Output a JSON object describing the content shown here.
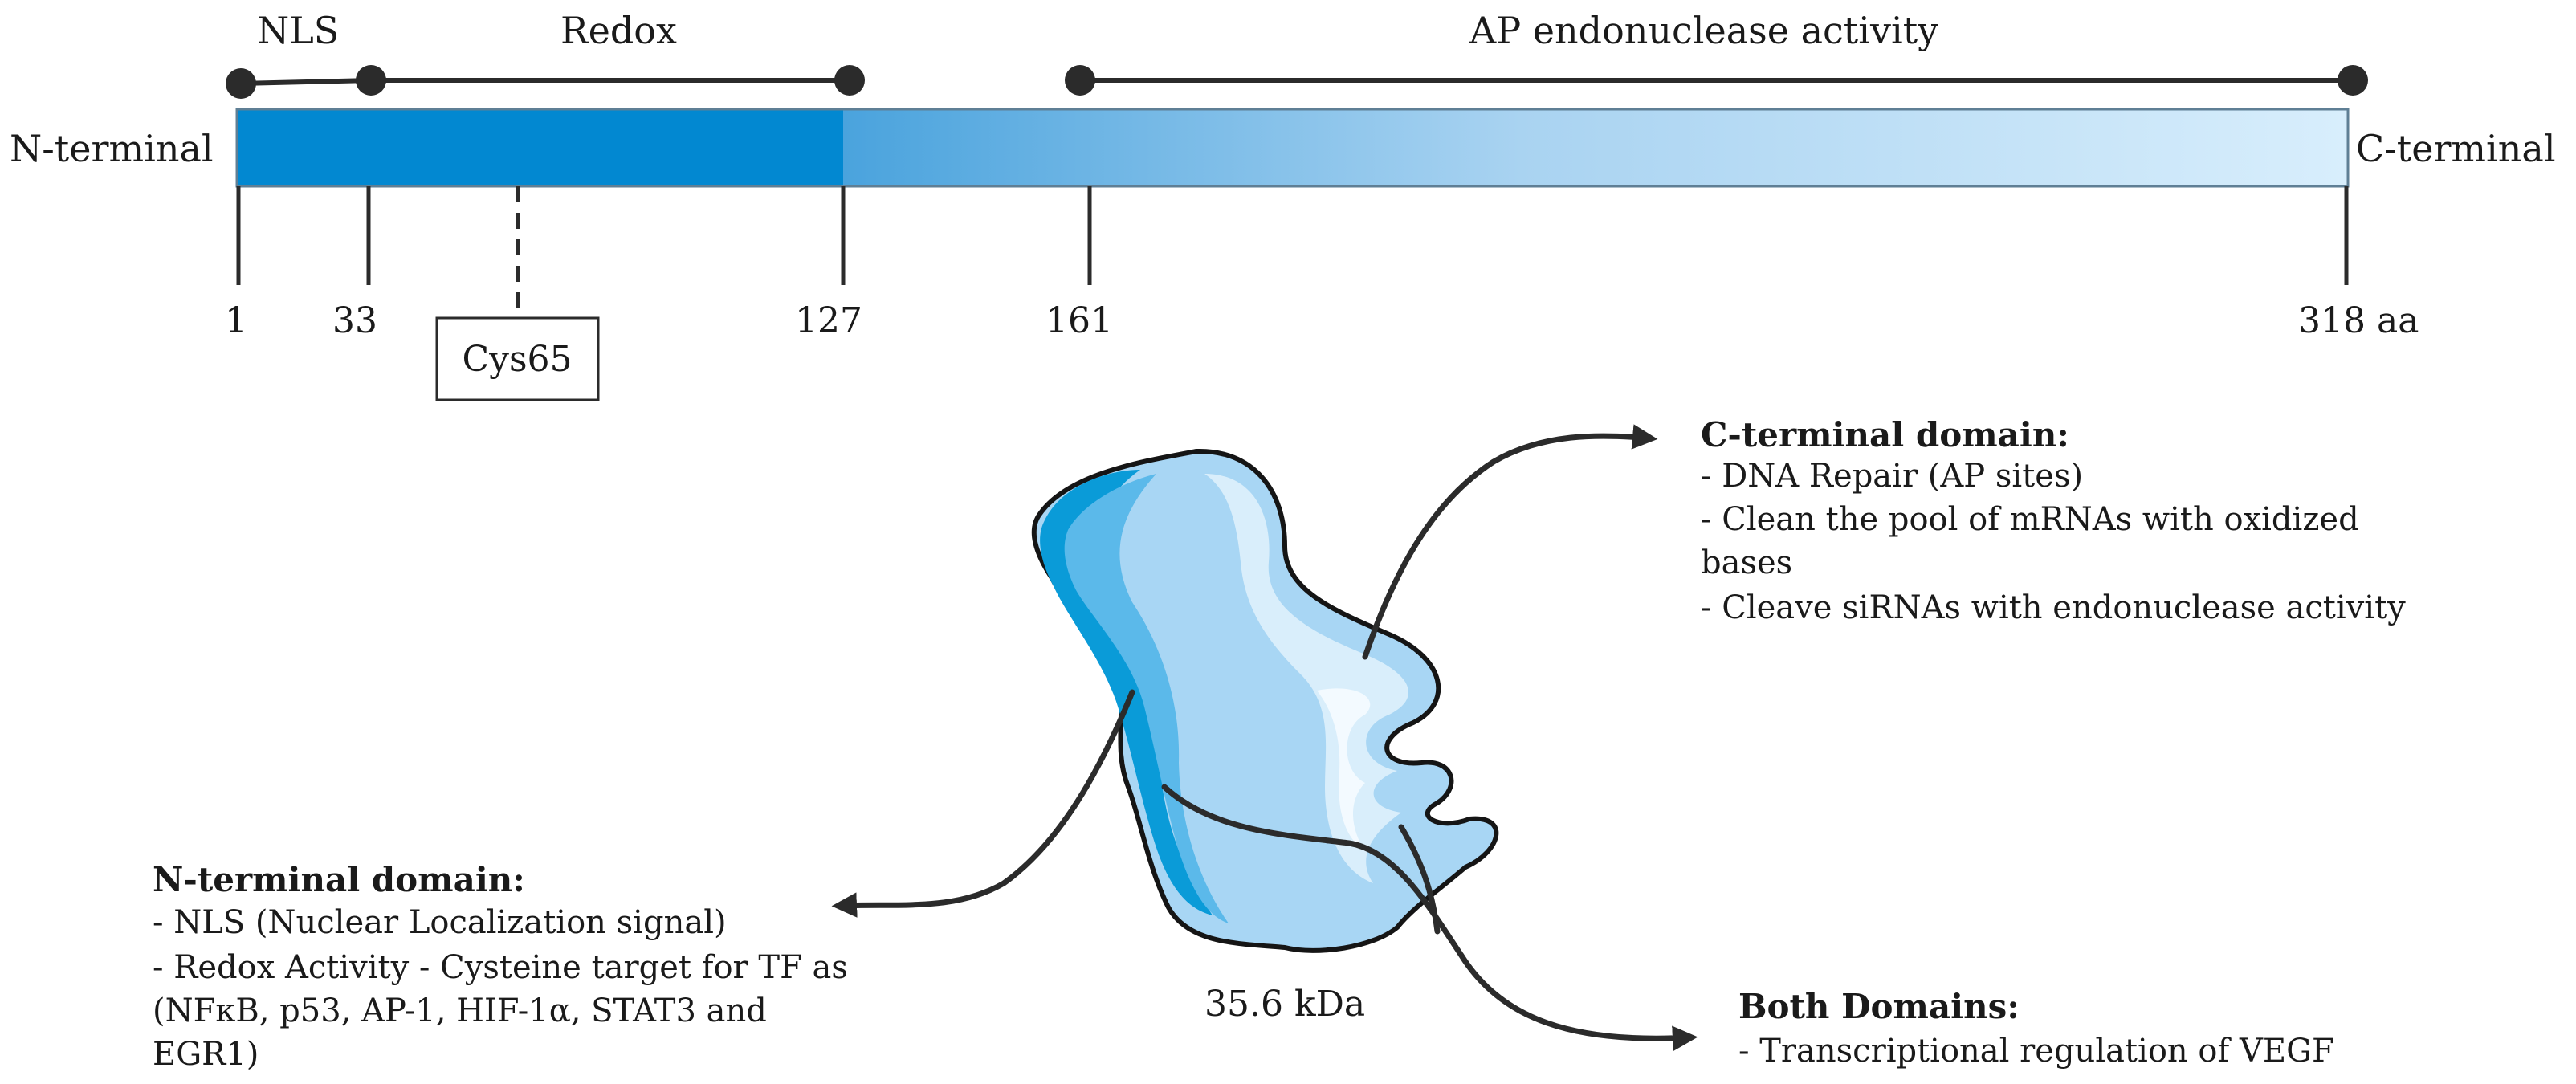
{
  "domain_bar": {
    "n_terminal_label": "N-terminal",
    "c_terminal_label": "C-terminal",
    "segments": [
      {
        "name": "NLS"
      },
      {
        "name": "Redox"
      },
      {
        "name": "AP endonuclease activity"
      }
    ],
    "positions": [
      "1",
      "33",
      "127",
      "161",
      "318 aa"
    ],
    "cys_label": "Cys65",
    "colors": {
      "n_domain": "#0288d1",
      "c_domain_start": "#4aa3dd",
      "c_domain_end": "#d8eefc"
    }
  },
  "protein": {
    "mass_label": "35.6 kDa"
  },
  "annotations": {
    "c_terminal": {
      "title": "C-terminal domain:",
      "lines": [
        "- DNA Repair (AP sites)",
        "- Clean the pool of mRNAs with oxidized",
        "bases",
        "- Cleave siRNAs with endonuclease activity"
      ]
    },
    "n_terminal": {
      "title": "N-terminal domain:",
      "lines": [
        "- NLS (Nuclear Localization signal)",
        "- Redox Activity - Cysteine target for TF as",
        "(NFκB, p53, AP-1, HIF-1α, STAT3 and",
        "EGR1)"
      ]
    },
    "both": {
      "title": "Both Domains:",
      "lines": [
        "- Transcriptional regulation of VEGF"
      ]
    }
  }
}
